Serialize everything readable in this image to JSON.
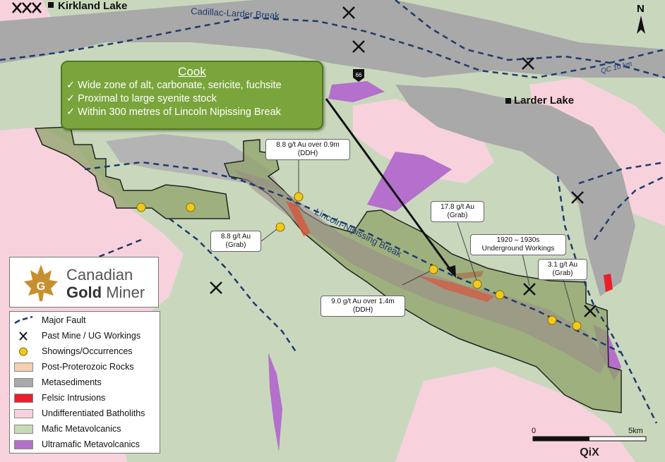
{
  "places": {
    "kirkland_lake": "Kirkland Lake",
    "larder_lake": "Larder Lake"
  },
  "faults": {
    "cadillac_larder": "Cadillac-Larder Break",
    "lincoln_nipissing": "Lincoln-Nipissing Break"
  },
  "road": {
    "shield_number": "66",
    "qc_label": "QC 10 km"
  },
  "north_label": "N",
  "cook_box": {
    "title": "Cook",
    "points": [
      "✓ Wide zone of alt, carbonate, sericite, fuchsite",
      "✓ Proximal to large syenite stock",
      "✓ Within 300 metres of Lincoln Nipissing Break"
    ]
  },
  "callouts": {
    "c1_line1": "8.8 g/t Au over 0.9m",
    "c1_line2": "(DDH)",
    "c2_line1": "8.8 g/t Au",
    "c2_line2": "(Grab)",
    "c3_line1": "17.8 g/t Au",
    "c3_line2": "(Grab)",
    "c4_line1": "1920 – 1930s",
    "c4_line2": "Underground Workings",
    "c5_line1": "3.1 g/t Au",
    "c5_line2": "(Grab)",
    "c6_line1": "9.0 g/t Au over 1.4m",
    "c6_line2": "(DDH)"
  },
  "logo": {
    "line1": "Canadian",
    "line2_bold": "Gold",
    "line2_rest": " Miner"
  },
  "legend": {
    "items": [
      {
        "label": "Major Fault",
        "symbol": "dashed-line"
      },
      {
        "label": "Past Mine / UG Workings",
        "symbol": "pick-hammer-icon"
      },
      {
        "label": "Showings/Occurrences",
        "symbol": "gold-dot-icon"
      },
      {
        "label": "Post-Proterozoic Rocks",
        "color": "#f5cfae"
      },
      {
        "label": "Metasediments",
        "color": "#a9a9a9"
      },
      {
        "label": "Felsic Intrusions",
        "color": "#e8202a"
      },
      {
        "label": "Undifferentiated Batholiths",
        "color": "#f7d2dc"
      },
      {
        "label": "Mafic Metavolcanics",
        "color": "#c6dab4"
      },
      {
        "label": "Ultramafic Metavolcanics",
        "color": "#b56fcc"
      }
    ]
  },
  "scale": {
    "start": "0",
    "end": "5km"
  },
  "brand": {
    "corner_logo": "QiX"
  },
  "colors": {
    "mafic": "#c6dab4",
    "batholith": "#f7d2dc",
    "metasediments": "#a9a9a9",
    "ultramafic": "#b56fcc",
    "felsic": "#e8202a",
    "claim_fill": "#8fa36a",
    "fault_line": "#1f3b6e",
    "cook_green": "#7aa53c"
  }
}
